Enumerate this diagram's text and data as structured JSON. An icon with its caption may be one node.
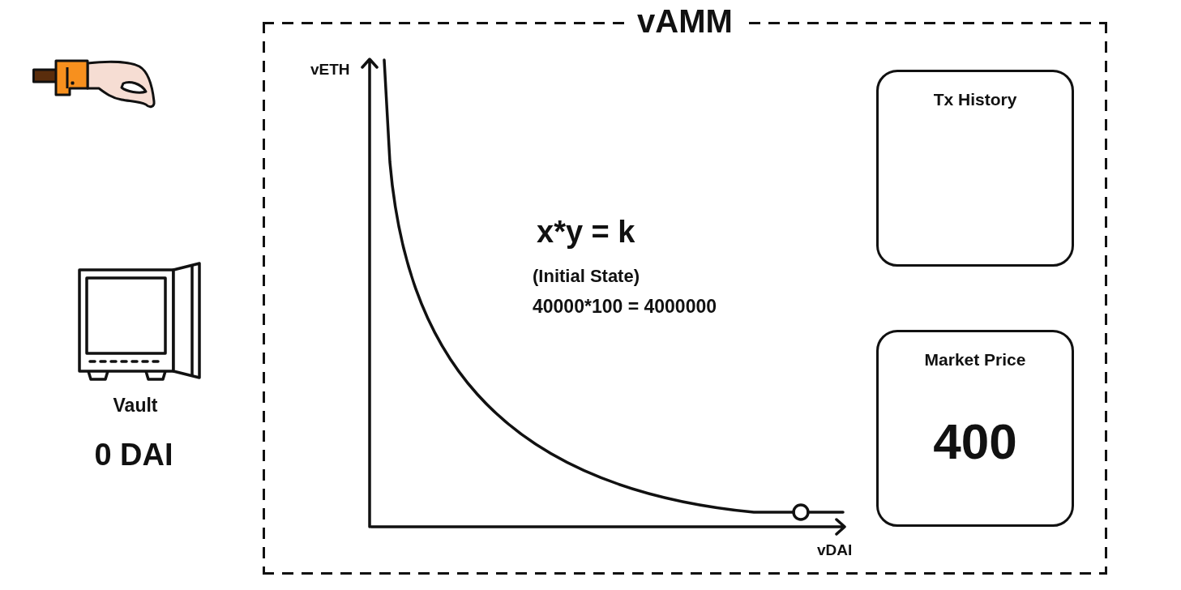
{
  "diagram": {
    "nodes": [
      {
        "text": [
          "vAMM"
        ]
      },
      {
        "text": [
          "Tx History"
        ],
        "in": 0
      },
      {
        "text": [
          "Market Price",
          "400"
        ],
        "in": 0
      }
    ],
    "labels": [
      "vETH",
      "x*y = k",
      "(Initial State)",
      "40000*100 = 4000000",
      "Vault",
      "0 DAI",
      "vDAI"
    ]
  }
}
